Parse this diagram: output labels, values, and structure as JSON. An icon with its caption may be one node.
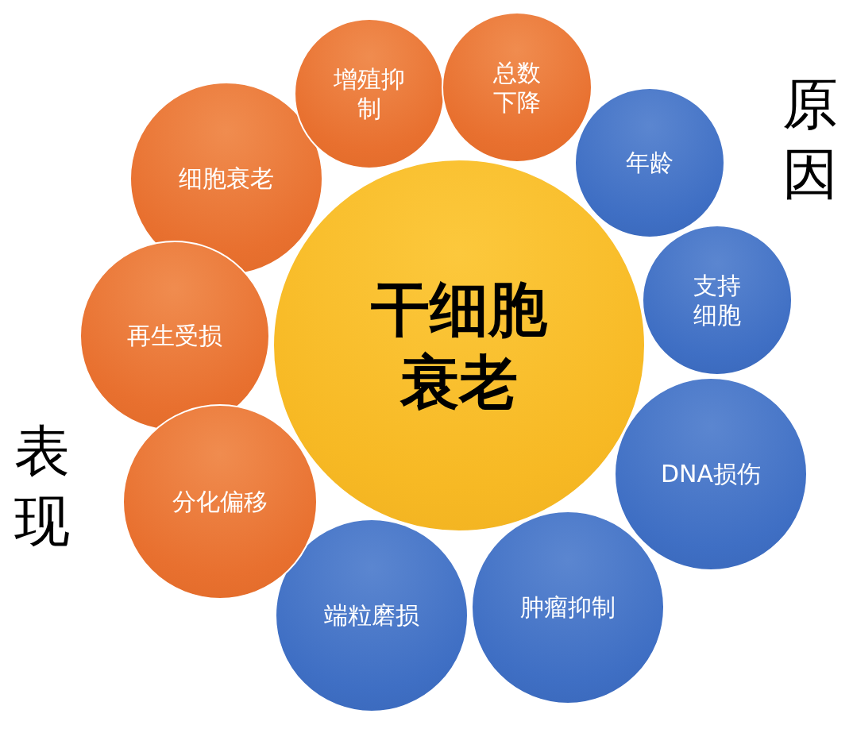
{
  "diagram": {
    "nodes": [
      {
        "text": [
          "干细胞衰老"
        ]
      },
      {
        "text": [
          "增殖抑制"
        ]
      },
      {
        "text": [
          "总数下降"
        ]
      },
      {
        "text": [
          "细胞衰老"
        ]
      },
      {
        "text": [
          "再生受损"
        ]
      },
      {
        "text": [
          "分化偏移"
        ]
      },
      {
        "text": [
          "年龄"
        ]
      },
      {
        "text": [
          "支持细胞"
        ]
      },
      {
        "text": [
          "DNA损伤"
        ]
      },
      {
        "text": [
          "肿瘤抑制"
        ]
      },
      {
        "text": [
          "端粒磨损"
        ]
      }
    ],
    "edges": [],
    "labels": [
      "原因",
      "表现"
    ]
  }
}
